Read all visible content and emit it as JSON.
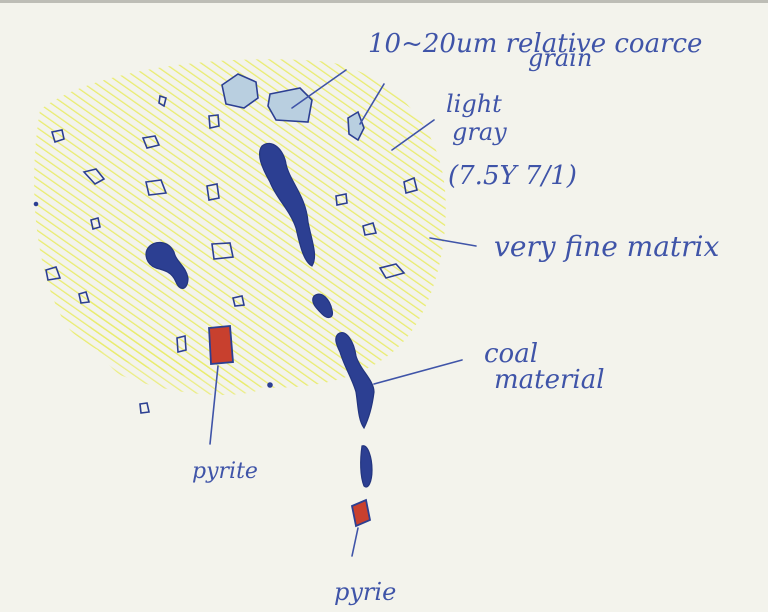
{
  "colors": {
    "paper": "#f3f3ec",
    "yellow_wash": "#eef07a",
    "ink_blue": "#2c3f92",
    "grain_fill": "#b9cfe0",
    "pyrite_red": "#c8402e",
    "label_blue": "#3f54a8"
  },
  "labels": {
    "grain_size": "10~20um relative coarce",
    "grain_size_2": "grain",
    "color_name": "light",
    "color_name_2": "gray",
    "munsell": "(7.5Y 7/1)",
    "matrix": "very fine matrix",
    "coal": "coal",
    "coal_2": "material",
    "pyrite_left": "pyrite",
    "pyrite_bottom": "pyrie"
  }
}
